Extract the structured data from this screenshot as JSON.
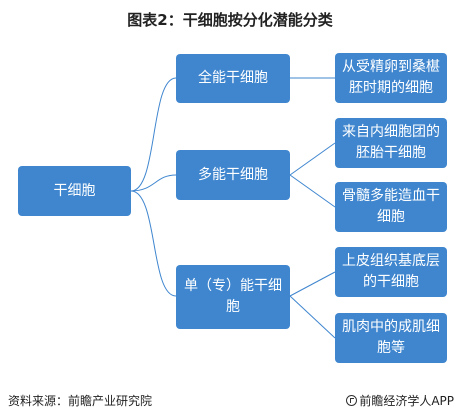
{
  "title": "图表2：干细胞按分化潜能分类",
  "root": {
    "label": "干细胞"
  },
  "categories": [
    {
      "label": "全能干细胞",
      "children": [
        "从受精卵到桑椹胚时期的细胞"
      ]
    },
    {
      "label": "多能干细胞",
      "children": [
        "来自内细胞团的胚胎干细胞",
        "骨髓多能造血干细胞"
      ]
    },
    {
      "label": "单（专）能干细胞",
      "children": [
        "上皮组织基底层的干细胞",
        "肌肉中的成肌细胞等"
      ]
    }
  ],
  "footer": {
    "source": "资料来源：前瞻产业研究院",
    "brand": "前瞻经济学人APP"
  },
  "colors": {
    "box": "#3f86cf",
    "connector": "#3f86cf"
  }
}
